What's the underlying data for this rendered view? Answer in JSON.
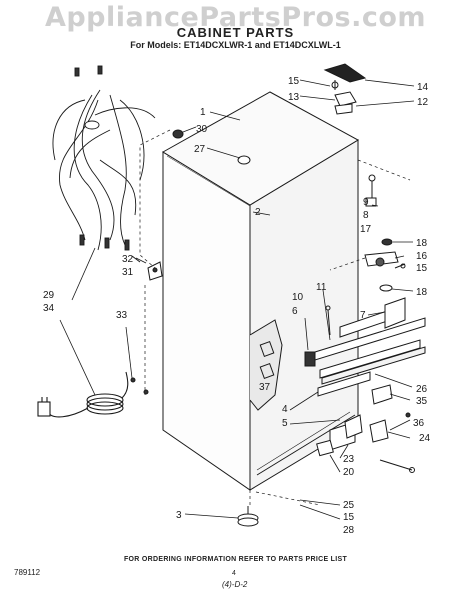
{
  "watermark": "AppliancePartsPros.com",
  "header": {
    "title": "CABINET PARTS",
    "models": "For Models: ET14DCXLWR-1 and ET14DCXLWL-1"
  },
  "callouts": [
    "1",
    "30",
    "27",
    "2",
    "15",
    "13",
    "14",
    "12",
    "9",
    "8",
    "17",
    "18",
    "16",
    "15",
    "18",
    "11",
    "10",
    "6",
    "7",
    "32",
    "31",
    "29",
    "34",
    "33",
    "37",
    "4",
    "5",
    "26",
    "35",
    "36",
    "24",
    "23",
    "20",
    "25",
    "15",
    "28",
    "3"
  ],
  "footer": {
    "ordering_note": "FOR ORDERING INFORMATION REFER TO PARTS PRICE LIST",
    "page_number": "4",
    "code": "789112",
    "revision": "(4)-D-2"
  }
}
